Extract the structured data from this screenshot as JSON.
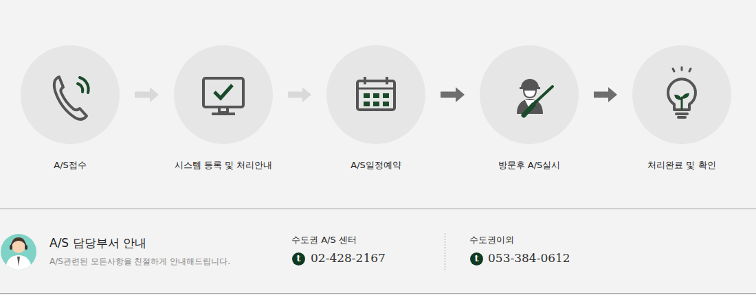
{
  "diagram": {
    "nodes": [
      {
        "text": [
          "A/S접수"
        ]
      },
      {
        "text": [
          "시스템 등록 및 처리안내"
        ]
      },
      {
        "text": [
          "A/S일정예약"
        ]
      },
      {
        "text": [
          "방문후 A/S실시"
        ]
      },
      {
        "text": [
          "처리완료 및 확인"
        ]
      }
    ],
    "edges": [
      {
        "from": 0,
        "to": 1,
        "arrow": "to"
      },
      {
        "from": 1,
        "to": 2,
        "arrow": "to"
      },
      {
        "from": 2,
        "to": 3,
        "arrow": "to"
      },
      {
        "from": 3,
        "to": 4,
        "arrow": "to"
      }
    ],
    "labels": [
      "A/S 담당부서 안내",
      "A/S관련된 모든사항을 친절하게 안내해드립니다.",
      "수도권 A/S 센터",
      "t",
      "02-428-2167",
      "수도권이외",
      "t",
      "053-384-0612"
    ]
  }
}
